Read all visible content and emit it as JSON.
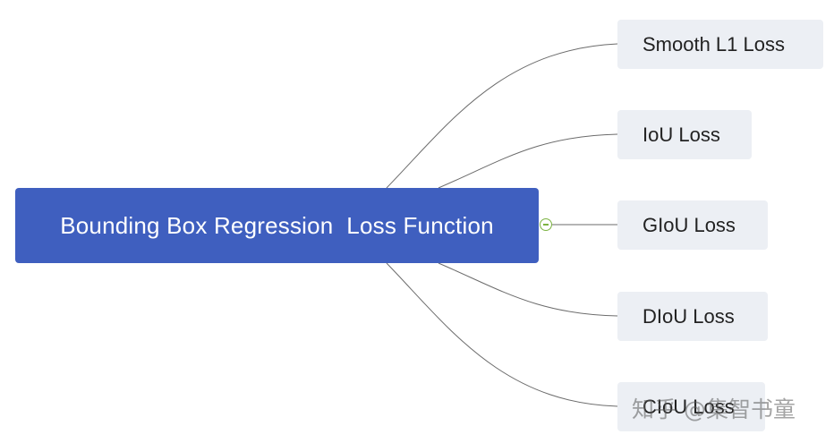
{
  "root": {
    "label": "Bounding Box Regression  Loss Function"
  },
  "children": [
    {
      "label": "Smooth L1 Loss"
    },
    {
      "label": "IoU Loss"
    },
    {
      "label": "GIoU Loss"
    },
    {
      "label": "DIoU Loss"
    },
    {
      "label": "CIoU Loss"
    }
  ],
  "watermark": {
    "text": "知乎 @集智书童"
  },
  "colors": {
    "root_fill": "#3f5fbf",
    "root_text": "#ffffff",
    "child_fill": "#eceff4",
    "child_text": "#222222",
    "connector": "#6b6b6b",
    "toggle": "#7cb342"
  }
}
